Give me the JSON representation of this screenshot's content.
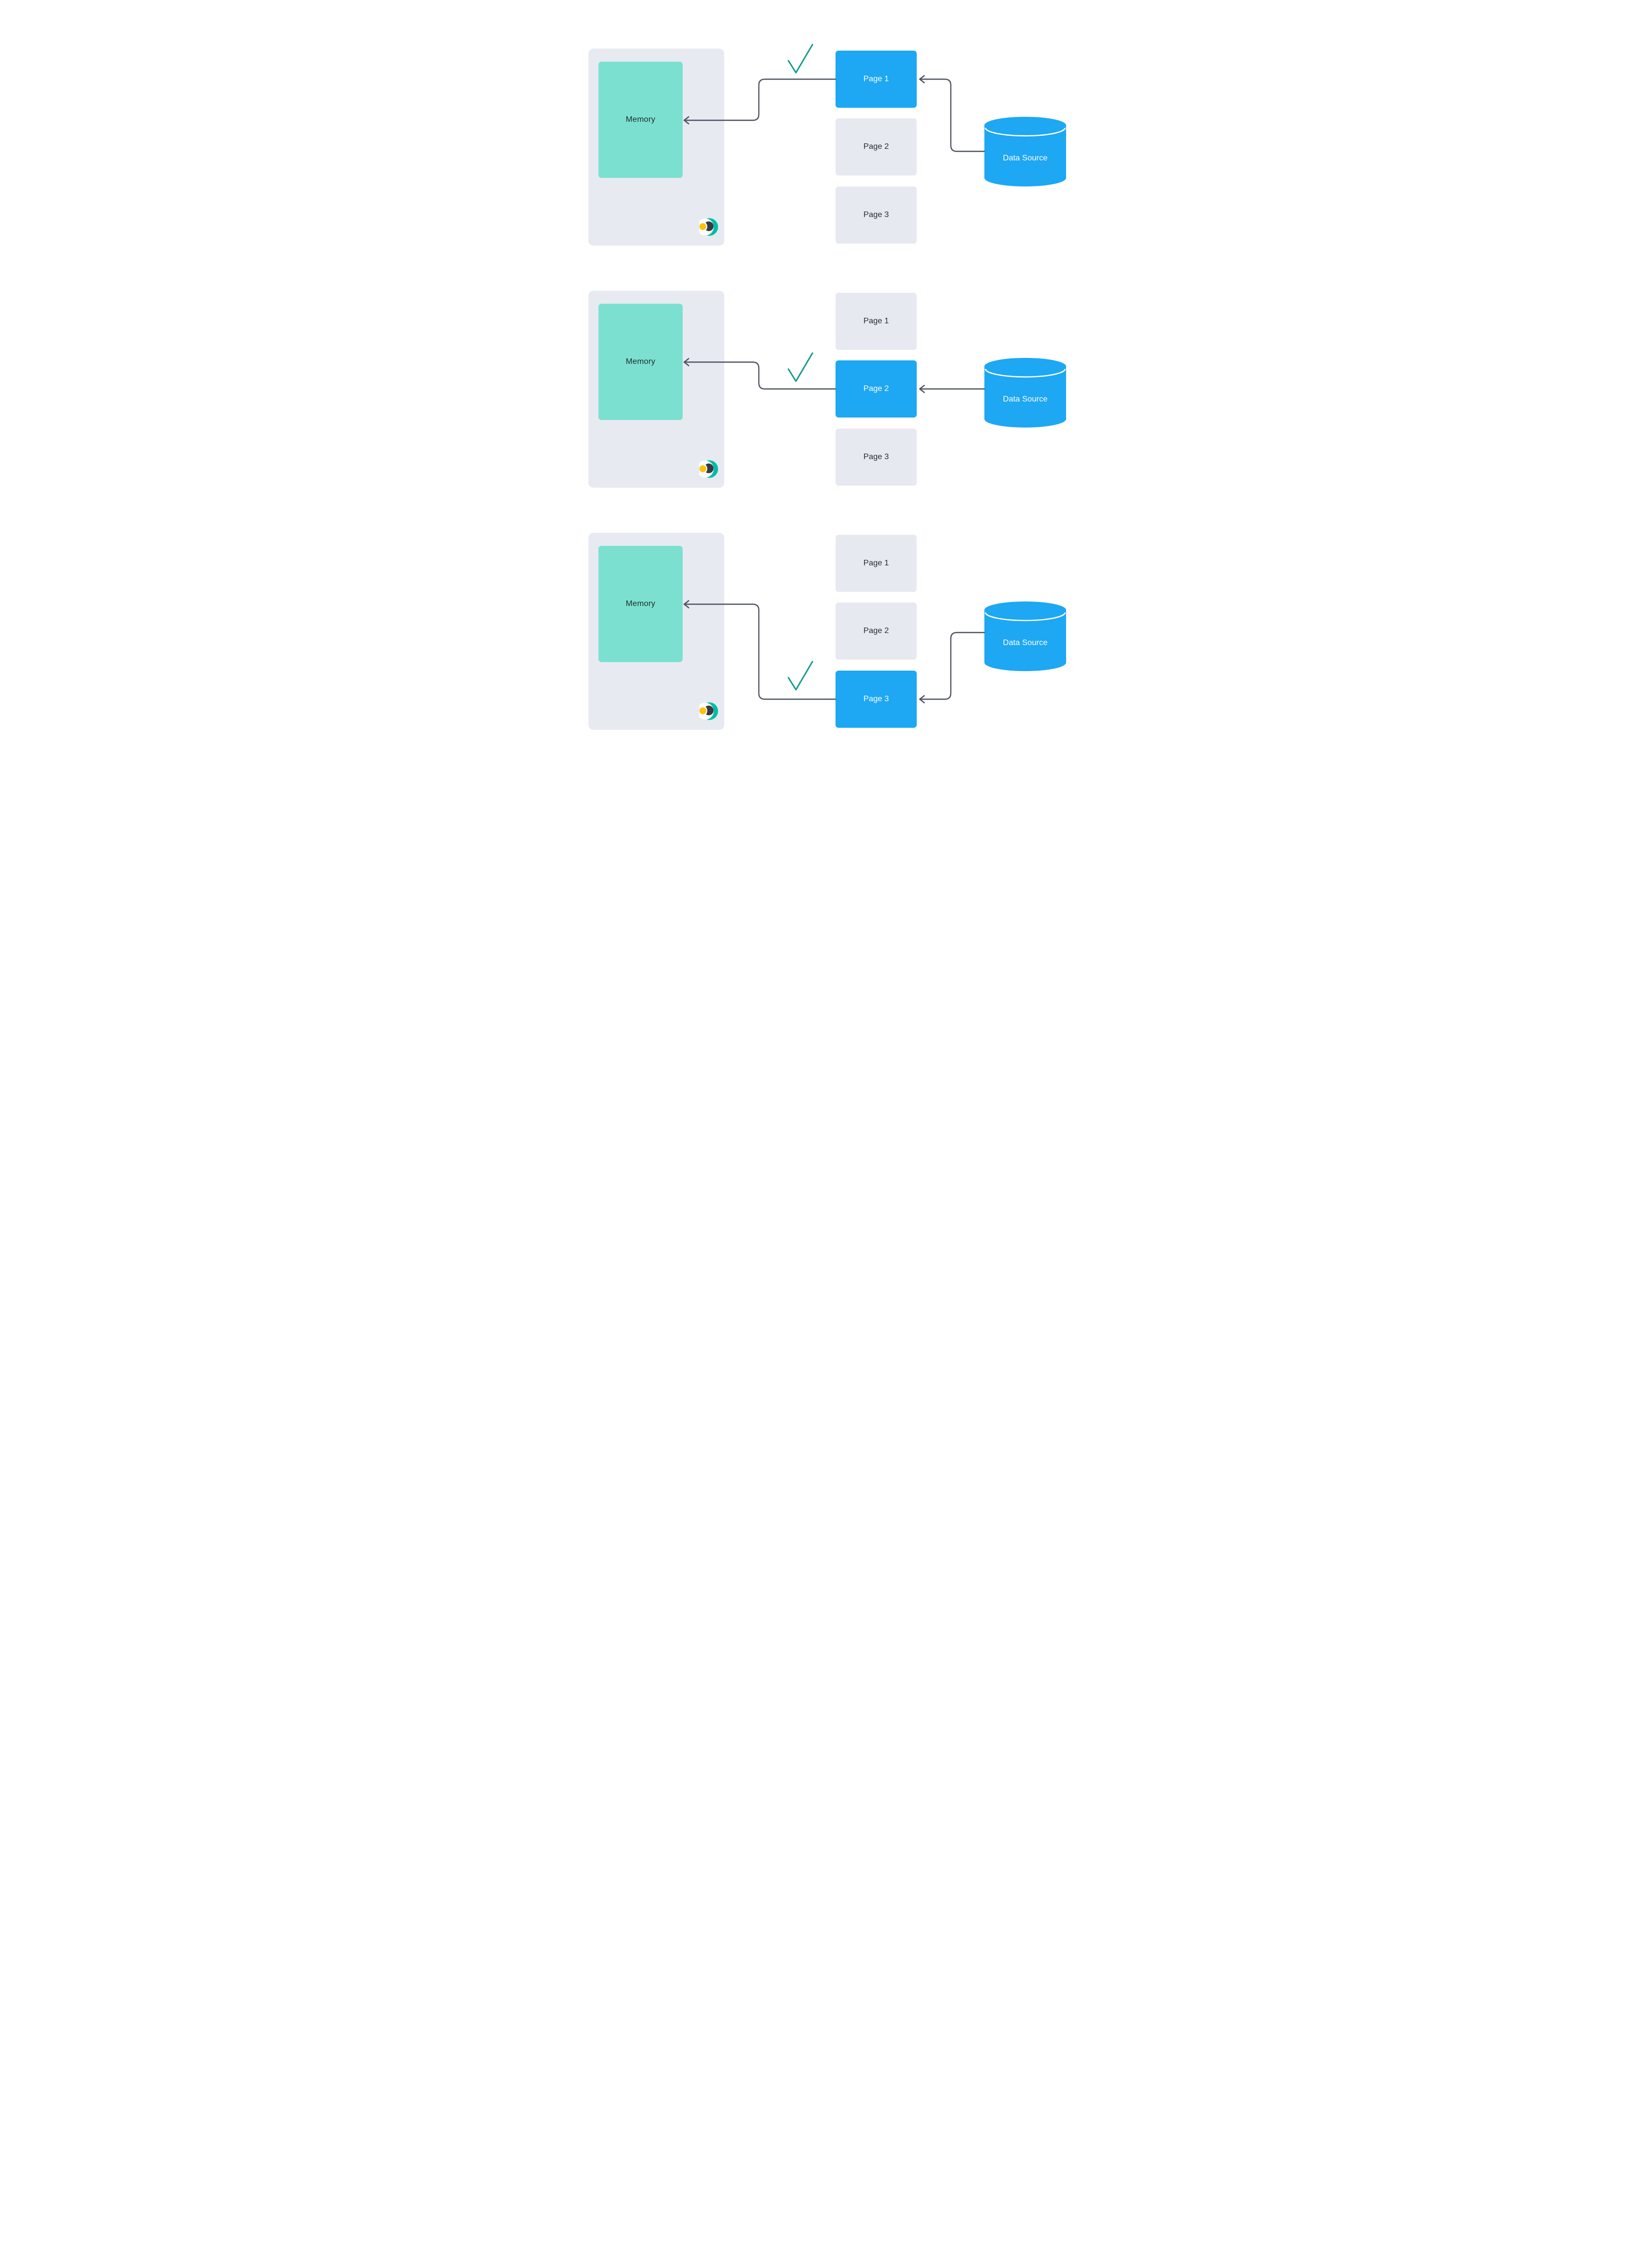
{
  "diagram_description": "Demand paging: three stages showing Page 1, Page 2, then Page 3 being loaded from Data Source into Memory",
  "colors": {
    "canvas_bg": "#FFFFFF",
    "panel_bg": "#E7EAF1",
    "memory_fill": "#7CE0D0",
    "memory_text": "#1B2D2A",
    "page_inactive_bg": "#E6EAF0",
    "page_inactive_text": "#282C33",
    "active_blue": "#1EA7F2",
    "active_text": "#FFFFFF",
    "datasource_blue": "#1EA7F2",
    "connector_gray": "#4F5565",
    "checkmark_teal": "#0A9B8C",
    "logo_teal": "#00BDA5",
    "logo_dark": "#363A45",
    "logo_yellow": "#FEC20F"
  },
  "icons": {
    "logo": "brand-crescent-logo",
    "checkmark": "teal-checkmark",
    "arrowhead": "left-arrow"
  },
  "panels": [
    {
      "memory_label": "Memory",
      "datasource_label": "Data Source",
      "active_page_index": 0,
      "pages": [
        {
          "label": "Page 1",
          "active": true
        },
        {
          "label": "Page 2",
          "active": false
        },
        {
          "label": "Page 3",
          "active": false
        }
      ]
    },
    {
      "memory_label": "Memory",
      "datasource_label": "Data Source",
      "active_page_index": 1,
      "pages": [
        {
          "label": "Page 1",
          "active": false
        },
        {
          "label": "Page 2",
          "active": true
        },
        {
          "label": "Page 3",
          "active": false
        }
      ]
    },
    {
      "memory_label": "Memory",
      "datasource_label": "Data Source",
      "active_page_index": 2,
      "pages": [
        {
          "label": "Page 1",
          "active": false
        },
        {
          "label": "Page 2",
          "active": false
        },
        {
          "label": "Page 3",
          "active": true
        }
      ]
    }
  ]
}
